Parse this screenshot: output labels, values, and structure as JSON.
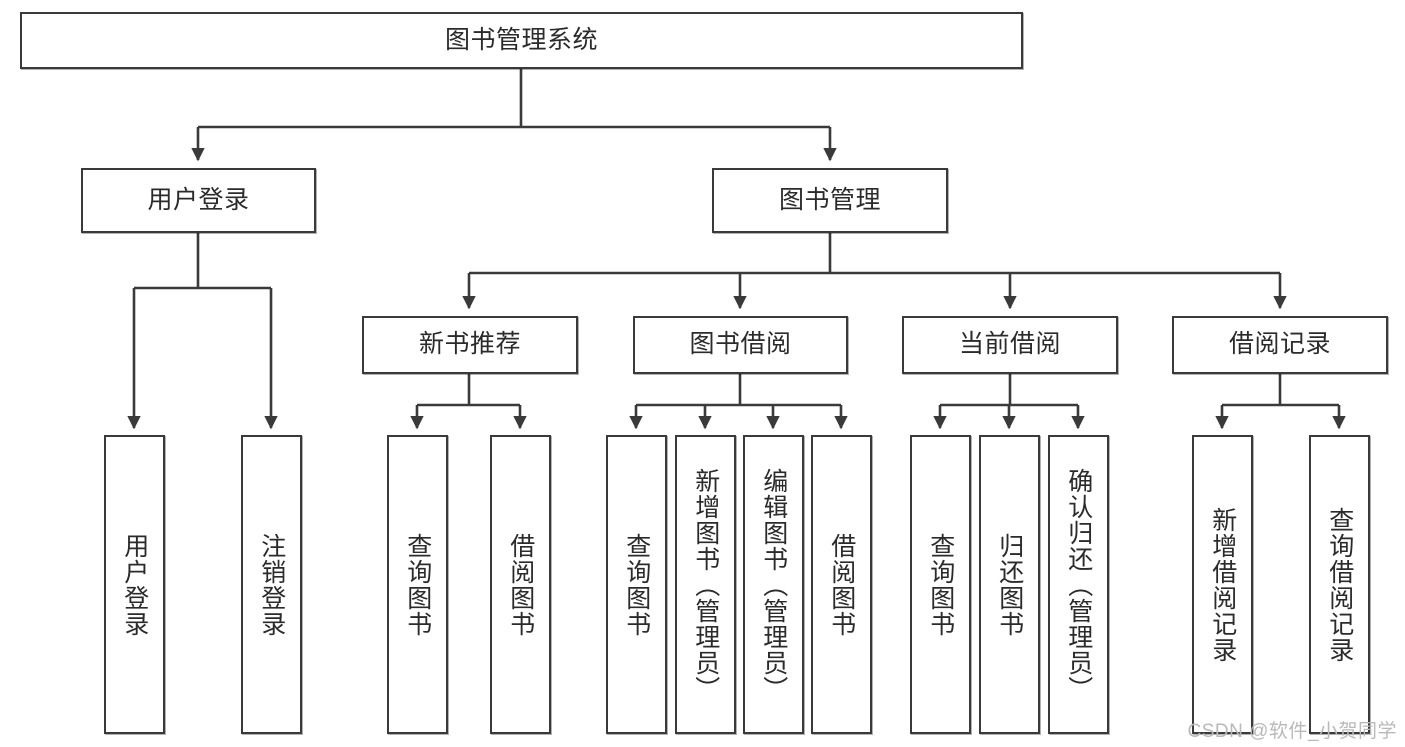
{
  "diagram": {
    "type": "tree-hierarchy-chart",
    "title": "图书管理系统",
    "line_color": "#3a3a3a",
    "box_fill": "#ffffff",
    "text_color": "#2b2b2b",
    "watermark": "CSDN @软件_小贺同学",
    "levels": {
      "root": {
        "label": "图书管理系统"
      },
      "level2": [
        {
          "label": "用户登录"
        },
        {
          "label": "图书管理"
        }
      ],
      "level3": [
        {
          "label": "新书推荐"
        },
        {
          "label": "图书借阅"
        },
        {
          "label": "当前借阅"
        },
        {
          "label": "借阅记录"
        }
      ],
      "leaves": {
        "user_login": [
          {
            "label": "用户登录"
          },
          {
            "label": "注销登录"
          }
        ],
        "new_book_recommend": [
          {
            "label": "查询图书"
          },
          {
            "label": "借阅图书"
          }
        ],
        "book_borrow": [
          {
            "label": "查询图书"
          },
          {
            "label": "新增图书（管理员）"
          },
          {
            "label": "编辑图书（管理员）"
          },
          {
            "label": "借阅图书"
          }
        ],
        "current_borrow": [
          {
            "label": "查询图书"
          },
          {
            "label": "归还图书"
          },
          {
            "label": "确认归还（管理员）"
          }
        ],
        "borrow_record": [
          {
            "label": "新增借阅记录"
          },
          {
            "label": "查询借阅记录"
          }
        ]
      }
    }
  }
}
